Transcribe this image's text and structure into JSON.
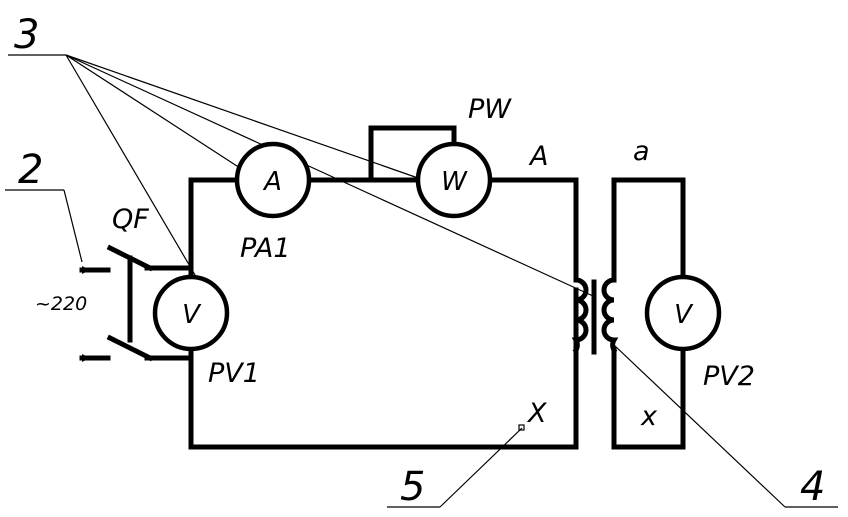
{
  "callouts": {
    "c3": "3",
    "c2": "2",
    "c5": "5",
    "c4": "4"
  },
  "labels": {
    "qf": "QF",
    "voltage": "~220",
    "pa1": "PA1",
    "pw": "PW",
    "pv1": "PV1",
    "pv2": "PV2",
    "term_A": "A",
    "term_a": "a",
    "term_X": "X",
    "term_x": "x"
  },
  "meters": {
    "ammeter": "A",
    "wattmeter": "W",
    "voltmeter1": "V",
    "voltmeter2": "V"
  }
}
